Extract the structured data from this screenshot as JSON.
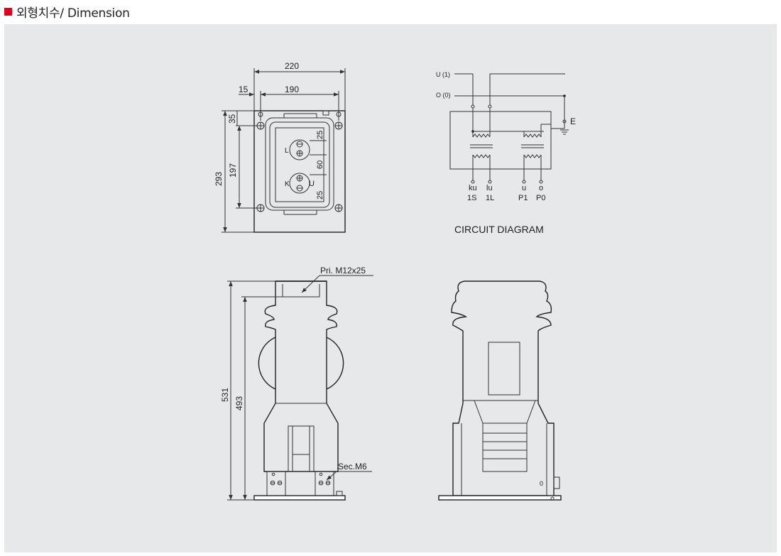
{
  "header": {
    "title": "외형치수/ Dimension",
    "bullet_color": "#e2001a"
  },
  "colors": {
    "panel_bg": "#e6e8ea",
    "body_fill": "#e6e8ea",
    "line": "#222222"
  },
  "top_view": {
    "dim_width_total": "220",
    "dim_offset": "15",
    "dim_width_inner": "190",
    "dim_height_total": "293",
    "dim_height_inner": "197",
    "dim_top": "35",
    "dim_25_top": "25",
    "dim_60": "60",
    "dim_25_bottom": "25",
    "label_L": "L",
    "label_K": "K",
    "label_U": "U"
  },
  "circuit": {
    "label_u1": "U (1)",
    "label_o0": "O (0)",
    "label_E": "E",
    "terminals_top": [
      "ku",
      "lu",
      "u",
      "o"
    ],
    "terminals_bottom": [
      "1S",
      "1L",
      "P1",
      "P0"
    ],
    "caption": "CIRCUIT DIAGRAM"
  },
  "front_view": {
    "dim_531": "531",
    "dim_493": "493",
    "label_pri": "Pri. M12x25",
    "label_sec": "Sec.M6"
  },
  "side_view": {
    "label_zero": "0"
  }
}
